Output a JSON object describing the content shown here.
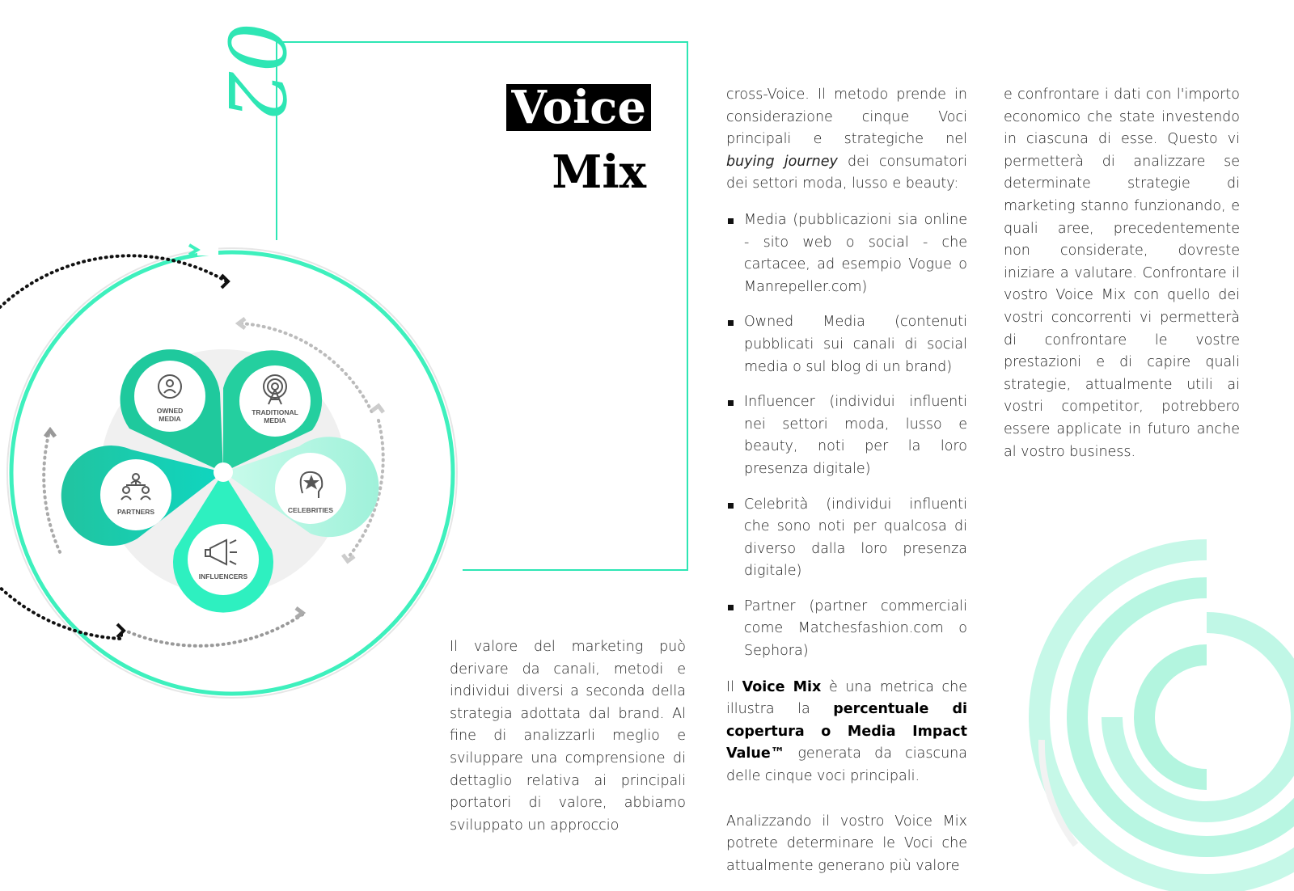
{
  "page_number": "02",
  "title": {
    "line1": "Voice",
    "line2": "Mix"
  },
  "diagram": {
    "petals": [
      {
        "label_l1": "OWNED",
        "label_l2": "MEDIA",
        "icon": "person-badge-icon"
      },
      {
        "label_l1": "TRADITIONAL",
        "label_l2": "MEDIA",
        "icon": "broadcast-tower-icon"
      },
      {
        "label_l1": "CELEBRITIES",
        "label_l2": "",
        "icon": "star-head-icon"
      },
      {
        "label_l1": "INFLUENCERS",
        "label_l2": "",
        "icon": "megaphone-icon"
      },
      {
        "label_l1": "PARTNERS",
        "label_l2": "",
        "icon": "people-network-icon"
      }
    ]
  },
  "col1": {
    "p1": "Il valore del marketing può derivare da canali, metodi e individui diversi a seconda della strategia adottata dal brand. Al fine di analizzarli meglio e sviluppare una comprensione di dettaglio relativa ai principali portatori di valore, abbiamo sviluppato un approccio"
  },
  "col2": {
    "intro_a": "cross-Voice. Il metodo prende in considerazione cinque Voci principali e strategiche nel ",
    "intro_em": "buying journey",
    "intro_b": " dei consumatori dei settori moda, lusso e beauty:",
    "bullets": [
      "Media (pubblicazioni sia online - sito web o social - che cartacee, ad esempio Vogue o Manrepeller.com)",
      "Owned Media (contenuti pubblicati sui canali di social media o sul blog di un brand)",
      "Influencer (individui influenti nei settori moda, lusso e beauty, noti per la loro presenza digitale)",
      "Celebrità (individui influenti che sono noti per qualcosa di diverso dalla loro presenza digitale)",
      "Partner (partner commerciali come Matchesfashion.com o Sephora)"
    ],
    "p2_a": "Il ",
    "p2_b1": "Voice Mix",
    "p2_c": " è una metrica che illustra la ",
    "p2_b2": "percentuale di copertura o Media Impact Value™",
    "p2_d": " generata da ciascuna delle cinque voci principali.",
    "p3": "Analizzando il vostro Voice Mix potrete determinare le Voci che attualmente generano più valore"
  },
  "col3": {
    "p1": "e confrontare i dati con l'importo economico che state investendo in ciascuna di esse. Questo vi permetterà di analizzare se determinate strategie di marketing stanno funzionando, e quali aree, precedentemente non considerate, dovreste iniziare a valutare. Confrontare il vostro Voice Mix con quello dei vostri concorrenti vi permetterà di confrontare le vostre prestazioni e di capire quali strategie, attualmente utili ai vostri competitor, potrebbero essere applicate in futuro anche al vostro business."
  },
  "colors": {
    "accent": "#2ee6b4",
    "dark_teal": "#1fc99d",
    "pale": "#b7f7e4"
  }
}
